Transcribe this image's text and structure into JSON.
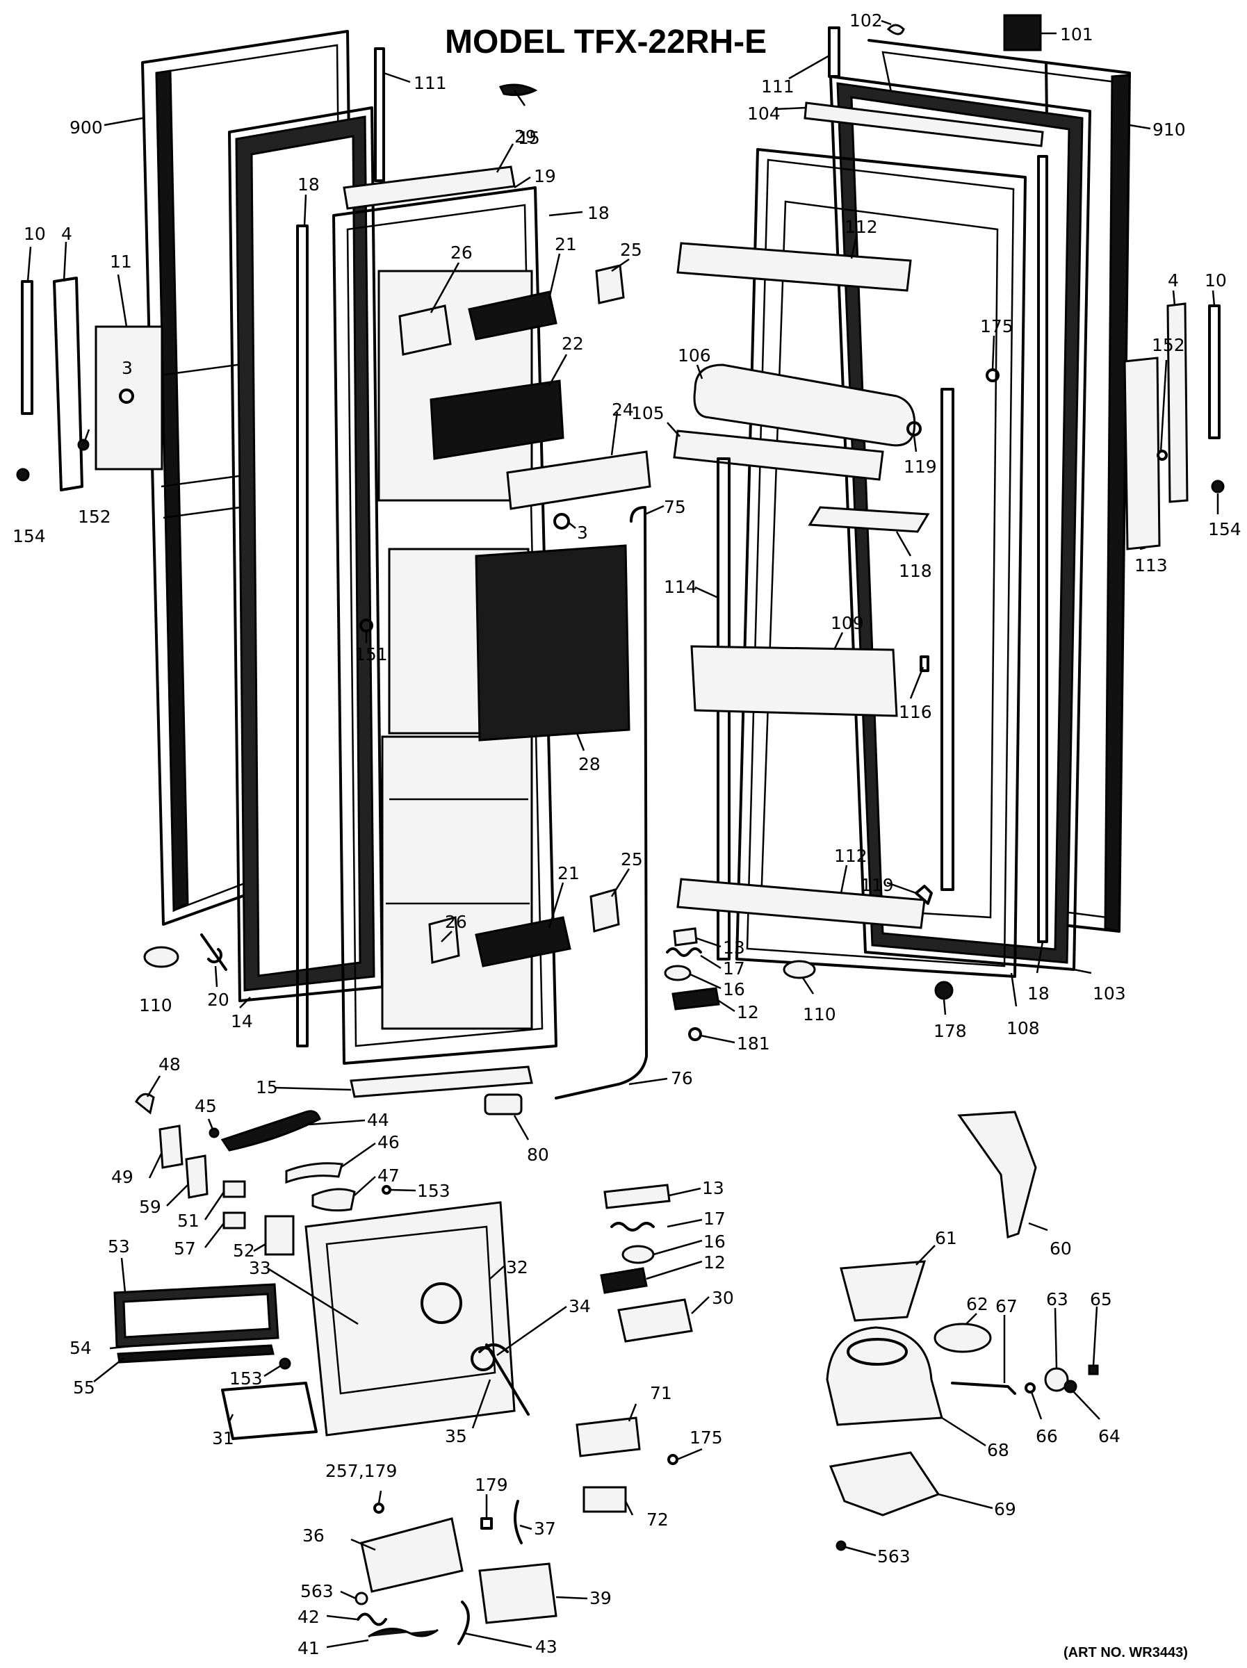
{
  "title": "MODEL TFX-22RH-E",
  "art_number": "(ART NO. WR3443)",
  "colors": {
    "line": "#000000",
    "background": "#ffffff"
  },
  "callouts": [
    {
      "id": "c900",
      "text": "900"
    },
    {
      "id": "c10l",
      "text": "10"
    },
    {
      "id": "c4l",
      "text": "4"
    },
    {
      "id": "c11",
      "text": "11"
    },
    {
      "id": "c3l",
      "text": "3"
    },
    {
      "id": "c152l",
      "text": "152"
    },
    {
      "id": "c154l",
      "text": "154"
    },
    {
      "id": "c18a",
      "text": "18"
    },
    {
      "id": "c111l",
      "text": "111"
    },
    {
      "id": "c29",
      "text": "29"
    },
    {
      "id": "c15t",
      "text": "15"
    },
    {
      "id": "c19",
      "text": "19"
    },
    {
      "id": "c18b",
      "text": "18"
    },
    {
      "id": "c26t",
      "text": "26"
    },
    {
      "id": "c21t",
      "text": "21"
    },
    {
      "id": "c25t",
      "text": "25"
    },
    {
      "id": "c22",
      "text": "22"
    },
    {
      "id": "c24",
      "text": "24"
    },
    {
      "id": "c3m",
      "text": "3"
    },
    {
      "id": "c75",
      "text": "75"
    },
    {
      "id": "c151",
      "text": "151"
    },
    {
      "id": "c28",
      "text": "28"
    },
    {
      "id": "c26b",
      "text": "26"
    },
    {
      "id": "c21b",
      "text": "21"
    },
    {
      "id": "c25b",
      "text": "25"
    },
    {
      "id": "c110l",
      "text": "110"
    },
    {
      "id": "c20",
      "text": "20"
    },
    {
      "id": "c14",
      "text": "14"
    },
    {
      "id": "c15b",
      "text": "15"
    },
    {
      "id": "c76",
      "text": "76"
    },
    {
      "id": "c80",
      "text": "80"
    },
    {
      "id": "c48",
      "text": "48"
    },
    {
      "id": "c45",
      "text": "45"
    },
    {
      "id": "c44",
      "text": "44"
    },
    {
      "id": "c46",
      "text": "46"
    },
    {
      "id": "c47",
      "text": "47"
    },
    {
      "id": "c153a",
      "text": "153"
    },
    {
      "id": "c49",
      "text": "49"
    },
    {
      "id": "c59",
      "text": "59"
    },
    {
      "id": "c51",
      "text": "51"
    },
    {
      "id": "c57",
      "text": "57"
    },
    {
      "id": "c52",
      "text": "52"
    },
    {
      "id": "c53",
      "text": "53"
    },
    {
      "id": "c33",
      "text": "33"
    },
    {
      "id": "c32",
      "text": "32"
    },
    {
      "id": "c54",
      "text": "54"
    },
    {
      "id": "c55",
      "text": "55"
    },
    {
      "id": "c153b",
      "text": "153"
    },
    {
      "id": "c31",
      "text": "31"
    },
    {
      "id": "c35",
      "text": "35"
    },
    {
      "id": "c34",
      "text": "34"
    },
    {
      "id": "c13b",
      "text": "13"
    },
    {
      "id": "c17b",
      "text": "17"
    },
    {
      "id": "c16b",
      "text": "16"
    },
    {
      "id": "c12b",
      "text": "12"
    },
    {
      "id": "c30",
      "text": "30"
    },
    {
      "id": "c71",
      "text": "71"
    },
    {
      "id": "c175b",
      "text": "175"
    },
    {
      "id": "c72",
      "text": "72"
    },
    {
      "id": "c257",
      "text": "257,179"
    },
    {
      "id": "c179",
      "text": "179"
    },
    {
      "id": "c36",
      "text": "36"
    },
    {
      "id": "c37",
      "text": "37"
    },
    {
      "id": "c563a",
      "text": "563"
    },
    {
      "id": "c39",
      "text": "39"
    },
    {
      "id": "c42",
      "text": "42"
    },
    {
      "id": "c41",
      "text": "41"
    },
    {
      "id": "c43",
      "text": "43"
    },
    {
      "id": "c102",
      "text": "102"
    },
    {
      "id": "c101",
      "text": "101"
    },
    {
      "id": "c111r",
      "text": "111"
    },
    {
      "id": "c104",
      "text": "104"
    },
    {
      "id": "c910",
      "text": "910"
    },
    {
      "id": "c112t",
      "text": "112"
    },
    {
      "id": "c175r",
      "text": "175"
    },
    {
      "id": "c4r",
      "text": "4"
    },
    {
      "id": "c10r",
      "text": "10"
    },
    {
      "id": "c152r",
      "text": "152"
    },
    {
      "id": "c106",
      "text": "106"
    },
    {
      "id": "c105",
      "text": "105"
    },
    {
      "id": "c119a",
      "text": "119"
    },
    {
      "id": "c154r",
      "text": "154"
    },
    {
      "id": "c113",
      "text": "113"
    },
    {
      "id": "c118",
      "text": "118"
    },
    {
      "id": "c114",
      "text": "114"
    },
    {
      "id": "c109",
      "text": "109"
    },
    {
      "id": "c116",
      "text": "116"
    },
    {
      "id": "c112b",
      "text": "112"
    },
    {
      "id": "c119b",
      "text": "119"
    },
    {
      "id": "c13t",
      "text": "13"
    },
    {
      "id": "c17t",
      "text": "17"
    },
    {
      "id": "c16t",
      "text": "16"
    },
    {
      "id": "c12t",
      "text": "12"
    },
    {
      "id": "c181",
      "text": "181"
    },
    {
      "id": "c110r",
      "text": "110"
    },
    {
      "id": "c178",
      "text": "178"
    },
    {
      "id": "c108",
      "text": "108"
    },
    {
      "id": "c18r",
      "text": "18"
    },
    {
      "id": "c103",
      "text": "103"
    },
    {
      "id": "c60",
      "text": "60"
    },
    {
      "id": "c61",
      "text": "61"
    },
    {
      "id": "c62",
      "text": "62"
    },
    {
      "id": "c67",
      "text": "67"
    },
    {
      "id": "c63",
      "text": "63"
    },
    {
      "id": "c65",
      "text": "65"
    },
    {
      "id": "c66",
      "text": "66"
    },
    {
      "id": "c64",
      "text": "64"
    },
    {
      "id": "c68",
      "text": "68"
    },
    {
      "id": "c69",
      "text": "69"
    },
    {
      "id": "c563b",
      "text": "563"
    }
  ]
}
